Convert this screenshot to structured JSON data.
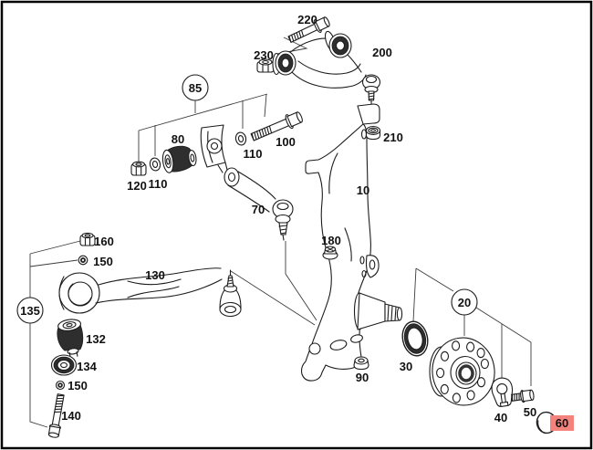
{
  "diagram": {
    "line_color": "#1c1c1c",
    "background": "#ffffff",
    "highlight": {
      "bg": "#f4837d",
      "text": "#c00000"
    },
    "highlighted_callout": "60",
    "circled_callouts": [
      "85",
      "135",
      "20"
    ],
    "labels": [
      {
        "text": "220"
      },
      {
        "text": "230"
      },
      {
        "text": "200"
      },
      {
        "text": "85"
      },
      {
        "text": "80"
      },
      {
        "text": "100"
      },
      {
        "text": "110"
      },
      {
        "text": "120"
      },
      {
        "text": "110"
      },
      {
        "text": "210"
      },
      {
        "text": "10"
      },
      {
        "text": "70"
      },
      {
        "text": "180"
      },
      {
        "text": "160"
      },
      {
        "text": "150"
      },
      {
        "text": "130"
      },
      {
        "text": "135"
      },
      {
        "text": "132"
      },
      {
        "text": "134"
      },
      {
        "text": "150"
      },
      {
        "text": "140"
      },
      {
        "text": "90"
      },
      {
        "text": "30"
      },
      {
        "text": "20"
      },
      {
        "text": "40"
      },
      {
        "text": "50"
      },
      {
        "text": "60"
      }
    ]
  }
}
